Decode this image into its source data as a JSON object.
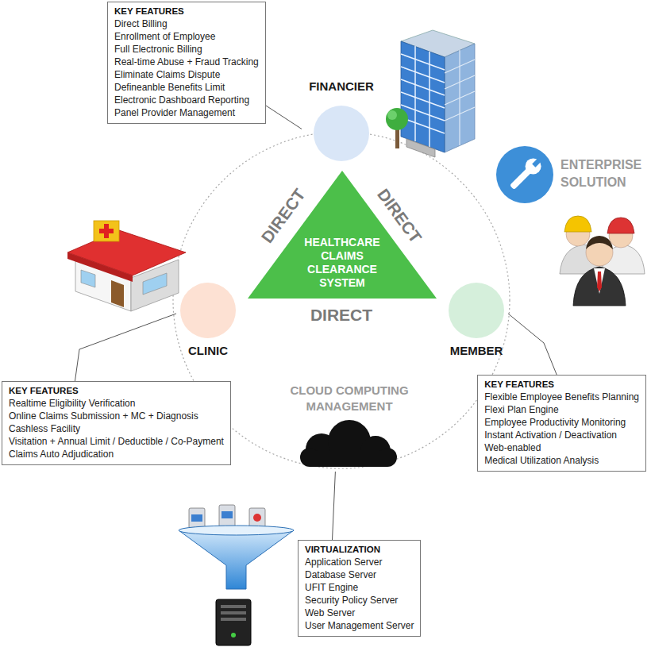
{
  "diagram": {
    "nodes": [
      {
        "text": [
          "KEY FEATURES",
          "Direct Billing",
          "Enrollment of Employee",
          "Full Electronic Billing",
          "Real-time Abuse + Fraud Tracking",
          "Eliminate Claims Dispute",
          "Defineanble Benefits Limit",
          "Electronic Dashboard Reporting",
          "Panel Provider Management"
        ]
      },
      {
        "text": [
          "FINANCIER"
        ]
      },
      {
        "text": [
          "ENTERPRISE SOLUTION"
        ]
      },
      {
        "text": [
          "HEALTHCARE CLAIMS CLEARANCE SYSTEM"
        ]
      },
      {
        "text": [
          "CLINIC"
        ]
      },
      {
        "text": [
          "MEMBER"
        ]
      },
      {
        "text": [
          "KEY FEATURES",
          "Realtime Eligibility Verification",
          "Online Claims Submission + MC + Diagnosis",
          "Cashless Facility",
          "Visitation + Annual Limit / Deductible / Co-Payment",
          "Claims Auto Adjudication"
        ]
      },
      {
        "text": [
          "KEY FEATURES",
          "Flexible Employee Benefits Planning",
          "Flexi Plan Engine",
          "Employee Productivity Monitoring",
          "Instant Activation / Deactivation",
          "Web-enabled",
          "Medical Utilization Analysis"
        ]
      },
      {
        "text": [
          "CLOUD COMPUTING MANAGEMENT"
        ]
      },
      {
        "text": [
          "VIRTUALIZATION",
          "Application Server",
          "Database Server",
          "UFIT Engine",
          "Security Policy Server",
          "Web Server",
          "User Management Server"
        ]
      }
    ],
    "edges": [
      {
        "from": 0,
        "to": 1,
        "arrow": "none"
      },
      {
        "from": 4,
        "to": 6,
        "arrow": "none"
      },
      {
        "from": 5,
        "to": 7,
        "arrow": "none"
      },
      {
        "from": 8,
        "to": 9,
        "arrow": "none"
      }
    ],
    "labels": [
      "DIRECT",
      "DIRECT",
      "DIRECT"
    ]
  }
}
